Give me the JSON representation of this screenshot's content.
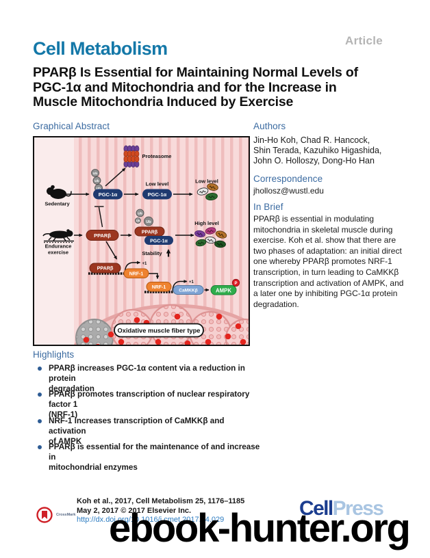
{
  "page": {
    "article_label": "Article",
    "journal_name": "Cell Metabolism",
    "title": "PPARβ Is Essential for Maintaining Normal Levels of\nPGC-1α and Mitochondria and for the Increase in\nMuscle Mitochondria Induced by Exercise"
  },
  "graphical_abstract": {
    "heading": "Graphical Abstract",
    "labels": {
      "sedentary": "Sedentary",
      "endurance_line1": "Endurance",
      "endurance_line2": "exercise",
      "proteasome": "Proteasome",
      "ub": "Ub",
      "pgc1a": "PGC-1α",
      "pparb": "PPARβ",
      "low_level": "Low level",
      "high_level": "High level",
      "stability": "Stability",
      "plus_one": "+1",
      "nrf1": "NRF-1",
      "camkkb": "CaMKKβ",
      "ampk": "AMPK",
      "phospho": "P",
      "oxidative_label": "Oxidative muscle fiber type"
    }
  },
  "authors_section": {
    "heading": "Authors",
    "names": [
      "Jin-Ho Koh, Chad R. Hancock,",
      "Shin Terada, Kazuhiko Higashida,",
      "John O. Holloszy, Dong-Ho Han"
    ]
  },
  "correspondence": {
    "heading": "Correspondence",
    "email": "jhollosz@wustl.edu"
  },
  "in_brief": {
    "heading": "In Brief",
    "text": "PPARβ is essential in modulating\nmitochondria in skeletal muscle during\nexercise. Koh et al. show that there are\ntwo phases of adaptation: an initial direct\none whereby PPARβ promotes NRF-1\ntranscription, in turn leading to CaMKKβ\ntranscription and activation of AMPK, and\na later one by inhibiting PGC-1α protein\ndegradation."
  },
  "highlights": {
    "heading": "Highlights",
    "items": [
      "PPARβ increases PGC-1α content via a reduction in protein\ndegradation",
      "PPARβ promotes transcription of nuclear respiratory factor 1\n(NRF-1)",
      "NRF-1 increases transcription of CaMKKβ and activation\nof AMPK",
      "PPARβ is essential for the maintenance of and increase in\nmitochondrial enzymes"
    ]
  },
  "footer": {
    "crossmark_label": "CrossMark",
    "citation": "Koh et al., 2017, Cell Metabolism 25, 1176–1185",
    "copyright": "May 2, 2017 © 2017 Elsevier Inc.",
    "doi": "http://dx.doi.org/10.1016/j.cmet.2017.04.029",
    "publisher_cell": "Cell",
    "publisher_press": "Press"
  },
  "watermark": "ebook-hunter.org",
  "colors": {
    "journal_blue": "#1478a8",
    "heading_blue": "#3a6aa0",
    "navy_pill": "#1f3a70",
    "maroon_pill": "#9c3620",
    "orange_pill": "#ee8230",
    "slate_pill": "#7fa3d4",
    "green_pill": "#2fad4c",
    "phospho_red": "#e01b24",
    "link_blue": "#2d7cc1",
    "cellpress_navy": "#1b3d8f",
    "cellpress_light": "#a9c5e2"
  }
}
